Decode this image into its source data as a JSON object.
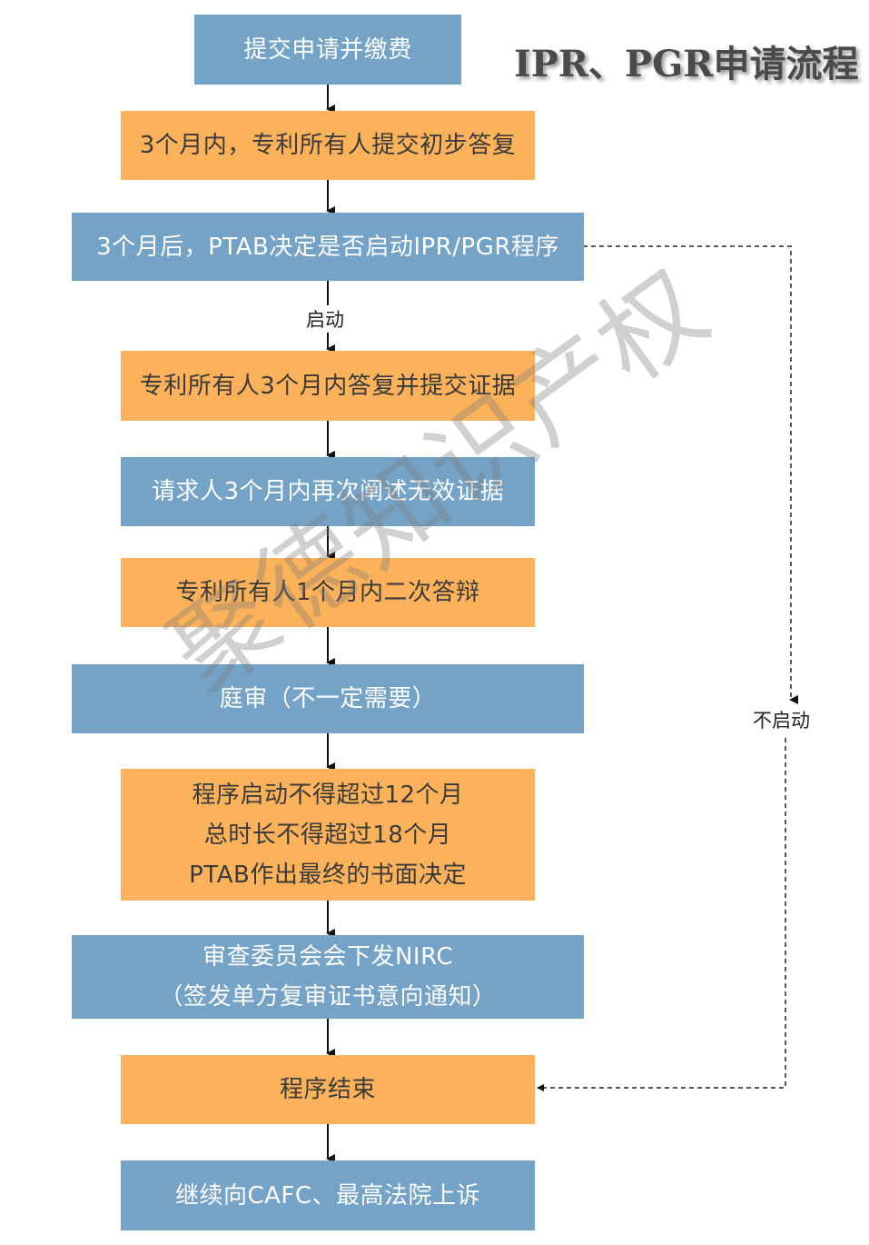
{
  "title": "IPR、PGR申请流程",
  "watermark": "聚德知识产权",
  "steps": [
    {
      "lines": [
        "提交申请并缴费"
      ],
      "color": "blue"
    },
    {
      "lines": [
        "3个月内，专利所有人提交初步答复"
      ],
      "color": "orange"
    },
    {
      "lines": [
        "3个月后，PTAB决定是否启动IPR/PGR程序"
      ],
      "color": "blue"
    },
    {
      "lines": [
        "专利所有人3个月内答复并提交证据"
      ],
      "color": "orange"
    },
    {
      "lines": [
        "请求人3个月内再次阐述无效证据"
      ],
      "color": "blue"
    },
    {
      "lines": [
        "专利所有人1个月内二次答辩"
      ],
      "color": "orange"
    },
    {
      "lines": [
        "庭审（不一定需要）"
      ],
      "color": "blue"
    },
    {
      "lines": [
        "程序启动不得超过12个月",
        "总时长不得超过18个月",
        "PTAB作出最终的书面决定"
      ],
      "color": "orange"
    },
    {
      "lines": [
        "审查委员会会下发NIRC",
        "（签发单方复审证书意向通知）"
      ],
      "color": "blue"
    },
    {
      "lines": [
        "程序结束"
      ],
      "color": "orange"
    },
    {
      "lines": [
        "继续向CAFC、最高法院上诉"
      ],
      "color": "blue"
    }
  ],
  "labels": {
    "start": "启动",
    "no_start": "不启动"
  },
  "colors": {
    "blue": "#75a3c8",
    "orange": "#fcb25a"
  }
}
